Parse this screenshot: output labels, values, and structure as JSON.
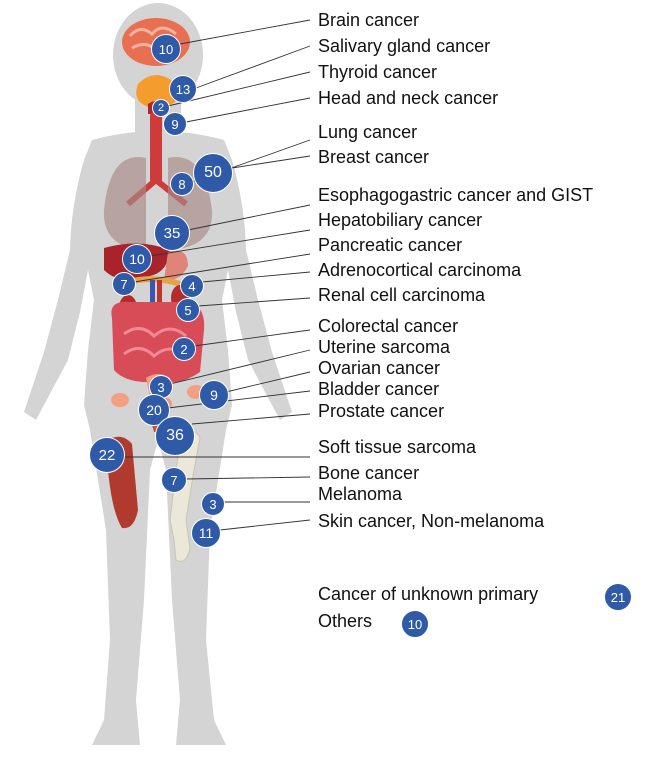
{
  "colors": {
    "badge": "#2f5aa8",
    "leader": "#333333",
    "silhouette": "#d4d4d4"
  },
  "icons": [
    "human-body-silhouette-icon",
    "brain-icon",
    "salivary-gland-icon",
    "thyroid-icon",
    "trachea-icon",
    "lungs-icon",
    "liver-icon",
    "pancreas-icon",
    "kidney-icon",
    "intestine-icon",
    "bladder-icon",
    "muscle-icon",
    "bone-icon"
  ],
  "cancers": [
    {
      "label": "Brain cancer",
      "count": "10"
    },
    {
      "label": "Salivary gland cancer",
      "count": "13"
    },
    {
      "label": "Thyroid cancer",
      "count": "2"
    },
    {
      "label": "Head and neck cancer",
      "count": "9"
    },
    {
      "label": "Lung cancer",
      "count": "8"
    },
    {
      "label": "Breast cancer",
      "count": "50"
    },
    {
      "label": "Esophagogastric cancer and GIST",
      "count": "35"
    },
    {
      "label": "Hepatobiliary cancer",
      "count": "10"
    },
    {
      "label": "Pancreatic cancer",
      "count": "7"
    },
    {
      "label": "Adrenocortical carcinoma",
      "count": "4"
    },
    {
      "label": "Renal cell carcinoma",
      "count": "5"
    },
    {
      "label": "Colorectal cancer",
      "count": "2"
    },
    {
      "label": "Uterine sarcoma",
      "count": "3"
    },
    {
      "label": "Ovarian cancer",
      "count": "9"
    },
    {
      "label": "Bladder cancer",
      "count": "20"
    },
    {
      "label": "Prostate cancer",
      "count": "36"
    },
    {
      "label": "Soft tissue sarcoma",
      "count": "22"
    },
    {
      "label": "Bone cancer",
      "count": "7"
    },
    {
      "label": "Melanoma",
      "count": "3"
    },
    {
      "label": "Skin cancer, Non-melanoma",
      "count": "11"
    }
  ],
  "extras": [
    {
      "label": "Cancer of unknown primary",
      "count": "21"
    },
    {
      "label": "Others",
      "count": "10"
    }
  ]
}
